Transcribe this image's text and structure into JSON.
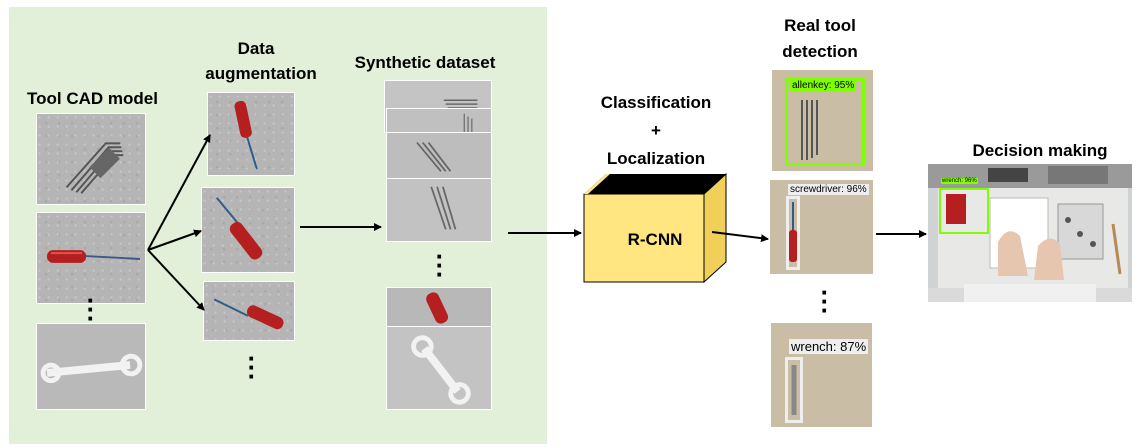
{
  "labels": {
    "tool_cad_model": "Tool CAD model",
    "data_augmentation_1": "Data",
    "data_augmentation_2": "augmentation",
    "synthetic_dataset": "Synthetic dataset",
    "classification": "Classification",
    "plus": "+",
    "localization": "Localization",
    "rcnn": "R-CNN",
    "real_tool_1": "Real tool",
    "real_tool_2": "detection",
    "decision_making": "Decision making"
  },
  "detections": {
    "allenkey": "allenkey: 95%",
    "screwdriver": "screwdriver: 96%",
    "wrench": "wrench: 87%",
    "desk": "wrench: 96%"
  },
  "colors": {
    "panel_bg": "#e2efd9",
    "rcnn_box": "#ffe680",
    "detection_box": "#7fff00"
  },
  "icons": {
    "ellipsis": "vertical-ellipsis-icon"
  }
}
